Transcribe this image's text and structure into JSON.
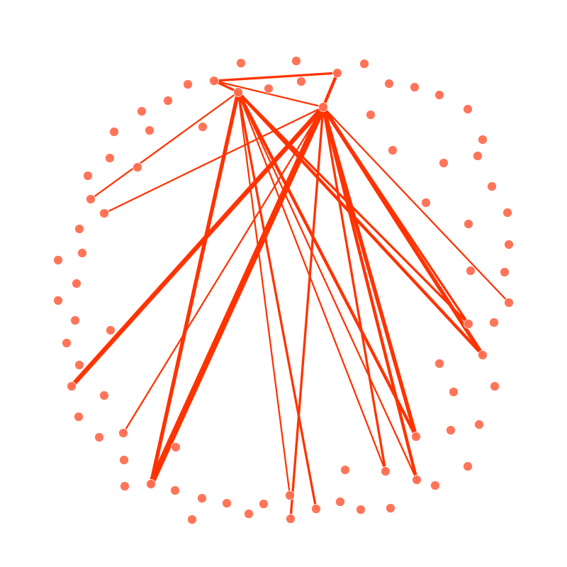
{
  "colors": {
    "background": "#ffffff",
    "edge": "#ff3300",
    "node_fill": "#ff6e50",
    "node_stroke": "#ffffff"
  },
  "graph": {
    "node_count": 97,
    "edge_count": 26,
    "edges": [
      {
        "from": "n1",
        "to": "n2",
        "weight": 2
      },
      {
        "from": "n1",
        "to": "n3",
        "weight": 2
      },
      {
        "from": "n1",
        "to": "n4",
        "weight": 1
      },
      {
        "from": "n3",
        "to": "n4",
        "weight": 3
      },
      {
        "from": "n2",
        "to": "n5",
        "weight": 1
      },
      {
        "from": "n2",
        "to": "n6",
        "weight": 3
      },
      {
        "from": "n2",
        "to": "n7",
        "weight": 4
      },
      {
        "from": "n2",
        "to": "n8",
        "weight": 2
      },
      {
        "from": "n2",
        "to": "n9",
        "weight": 1
      },
      {
        "from": "n2",
        "to": "n10",
        "weight": 1
      },
      {
        "from": "n2",
        "to": "n11",
        "weight": 3
      },
      {
        "from": "n2",
        "to": "n12",
        "weight": 2
      },
      {
        "from": "n2",
        "to": "n13",
        "weight": 1
      },
      {
        "from": "n4",
        "to": "n14",
        "weight": 1
      },
      {
        "from": "n4",
        "to": "n15",
        "weight": 5
      },
      {
        "from": "n4",
        "to": "n16",
        "weight": 7
      },
      {
        "from": "n4",
        "to": "n17",
        "weight": 1
      },
      {
        "from": "n4",
        "to": "n13",
        "weight": 3
      },
      {
        "from": "n4",
        "to": "n12",
        "weight": 2
      },
      {
        "from": "n4",
        "to": "n11",
        "weight": 4
      },
      {
        "from": "n4",
        "to": "n18",
        "weight": 1
      },
      {
        "from": "n4",
        "to": "n19",
        "weight": 1
      },
      {
        "from": "n4",
        "to": "n10",
        "weight": 2
      },
      {
        "from": "n4",
        "to": "n6",
        "weight": 4
      },
      {
        "from": "n4",
        "to": "n20",
        "weight": 2
      }
    ]
  }
}
